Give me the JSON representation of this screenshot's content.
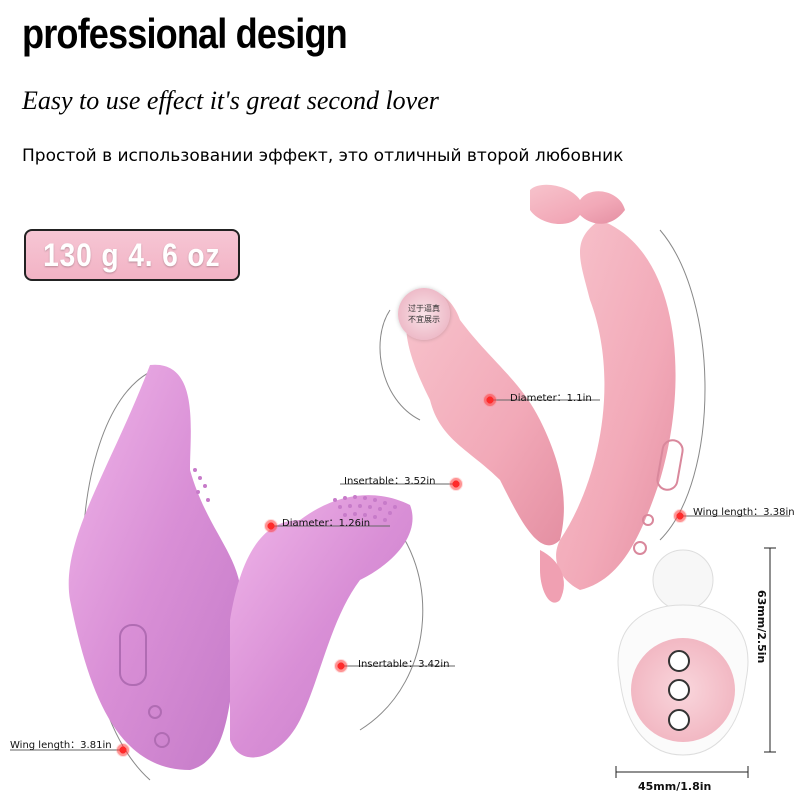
{
  "header": {
    "title": "professional design",
    "subtitle": "Easy to use effect it's great second lover",
    "russian_text": "Простой в использовании эффект, это отличный второй любовник"
  },
  "weight_badge": {
    "text": "130 g 4. 6 oz"
  },
  "purple_product": {
    "labels": {
      "insertable_top": "Insertable：3.52in",
      "diameter": "Diameter：1.26in",
      "insertable_bottom": "Insertable：3.42in",
      "wing_length": "Wing length：3.81in"
    }
  },
  "pink_product": {
    "sticker_line1": "过于逼真",
    "sticker_line2": "不宜展示",
    "labels": {
      "diameter": "Diameter：1.1in",
      "wing_length": "Wing length：3.38in"
    }
  },
  "remote": {
    "height_label": "63mm/2.5in",
    "width_label": "45mm/1.8in"
  },
  "colors": {
    "purple_body": "#d98fd6",
    "pink_body": "#f2a9b8",
    "badge_bg": "#f2b3c5",
    "marker_red": "#ff2a2a"
  }
}
